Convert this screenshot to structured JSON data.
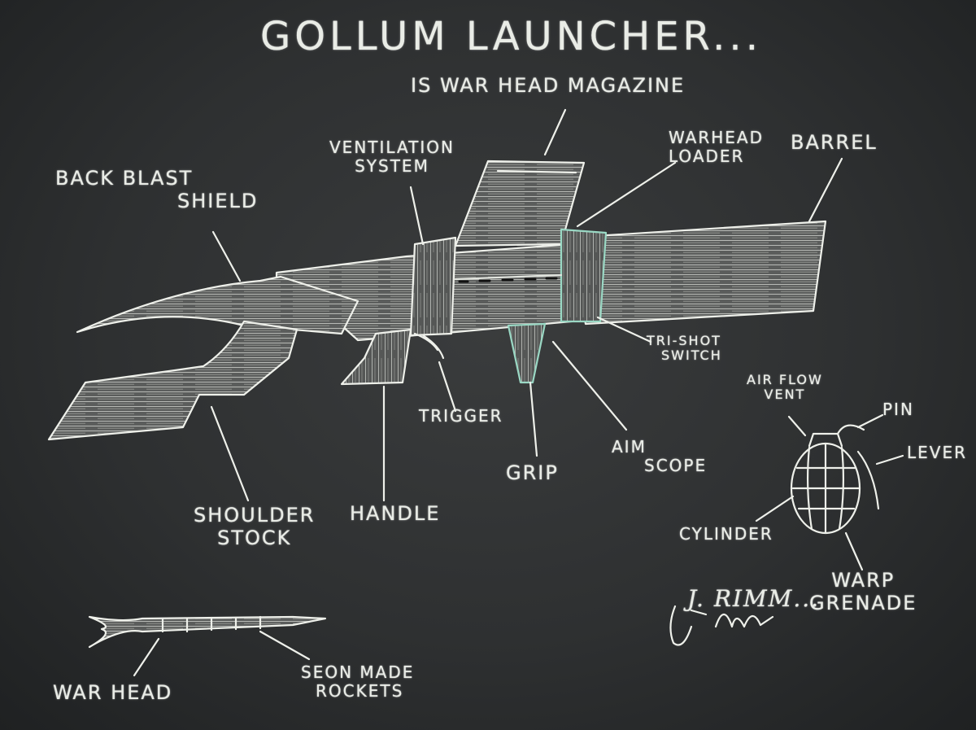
{
  "title": "GOLLUM LAUNCHER...",
  "labels": {
    "warhead_magazine": "IS WAR HEAD MAGAZINE",
    "ventilation_line1": "VENTILATION",
    "ventilation_line2": "SYSTEM",
    "warhead_loader_line1": "WARHEAD",
    "warhead_loader_line2": "LOADER",
    "barrel": "BARREL",
    "back_blast_line1": "BACK BLAST",
    "back_blast_line2": "SHIELD",
    "tri_shot_line1": "TRI-SHOT",
    "tri_shot_line2": "SWITCH",
    "trigger": "TRIGGER",
    "grip": "GRIP",
    "aim_scope_line1": "AIM",
    "aim_scope_line2": "SCOPE",
    "shoulder_stock_line1": "SHOULDER",
    "shoulder_stock_line2": "STOCK",
    "handle": "HANDLE",
    "air_flow_line1": "AIR FLOW",
    "air_flow_line2": "VENT",
    "pin": "PIN",
    "lever": "LEVER",
    "cylinder": "CYLINDER",
    "warp_grenade_line1": "WARP",
    "warp_grenade_line2": "GRENADE",
    "warhead": "WAR HEAD",
    "rockets_line1": "SEON MADE",
    "rockets_line2": "ROCKETS"
  },
  "signature": "J. Rimm...",
  "colors": {
    "board": "#2e3031",
    "chalk": "#e9ece6",
    "chalk_green": "#8fd6c0"
  }
}
